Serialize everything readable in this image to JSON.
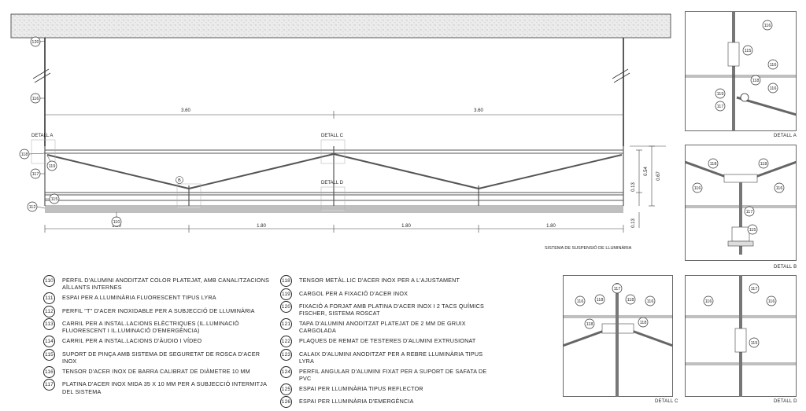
{
  "main_drawing": {
    "title": "SISTEMA DE SUSPENSIÓ DE LLUMINÀRIA",
    "detail_labels": [
      "DETALL A",
      "DETALL C",
      "DETALL D"
    ],
    "marker_b": "B",
    "span_dims": [
      "3.60",
      "3.60"
    ],
    "bottom_dims": [
      "1.80",
      "1.80",
      "1.80",
      "1.80"
    ],
    "vertical_dims": [
      "0.54",
      "0.67",
      "0.13",
      "0.13"
    ],
    "callouts": [
      "120",
      "116",
      "118",
      "119",
      "117",
      "115",
      "112",
      "110"
    ]
  },
  "legend_left": [
    {
      "num": "110",
      "text": "PERFIL D'ALUMINI ANODITZAT COLOR PLATEJAT, AMB CANALITZACIONS AÏLLANTS INTERNES"
    },
    {
      "num": "111",
      "text": "ESPAI PER A LLUMINÀRIA FLUORESCENT TIPUS LYRA"
    },
    {
      "num": "112",
      "text": "PERFIL \"T\" D'ACER INOXIDABLE PER A SUBJECCIÓ DE LLUMINÀRIA"
    },
    {
      "num": "113",
      "text": "CARRIL PER A INSTAL.LACIONS ELÈCTRIQUES  (IL.LUMINACIÓ FLUORESCENT I IL.LUMINACIÓ D'EMERGÈNCIA)"
    },
    {
      "num": "114",
      "text": "CARRIL PER A INSTAL.LACIONS D'ÀUDIO I VÍDEO"
    },
    {
      "num": "115",
      "text": "SUPORT DE PINÇA AMB SISTEMA DE SEGURETAT DE ROSCA D'ACER INOX"
    },
    {
      "num": "116",
      "text": "TENSOR D'ACER INOX DE BARRA CALIBRAT DE DIÀMETRE 10 MM"
    },
    {
      "num": "117",
      "text": "PLATINA D'ACER INOX MIDA 35 X 10 MM PER A SUBJECCIÓ INTERMITJA DEL SISTEMA"
    }
  ],
  "legend_right": [
    {
      "num": "118",
      "text": "TENSOR METÀL.LIC D'ACER INOX  PER A L'AJUSTAMENT"
    },
    {
      "num": "119",
      "text": "CARGOL PER A FIXACIÓ D'ACER INOX"
    },
    {
      "num": "120",
      "text": "FIXACIÓ A FORJAT AMB PLATINA D'ACER INOX I 2 TACS QUÍMICS FISCHER, SISTEMA ROSCAT"
    },
    {
      "num": "121",
      "text": "TAPA D'ALUMINI ANODITZAT PLATEJAT DE 2 MM DE GRUIX CARGOLADA"
    },
    {
      "num": "122",
      "text": "PLAQUES DE REMAT DE TESTERES D'ALUMINI EXTRUSIONAT"
    },
    {
      "num": "123",
      "text": "CALAIX D'ALUMINI ANODITZAT PER A REBRE LLUMINÀRIA TIPUS LYRA"
    },
    {
      "num": "124",
      "text": "PERFIL ANGULAR D'ALUMINI FIXAT PER A SUPORT DE SAFATA DE PVC"
    },
    {
      "num": "125",
      "text": "ESPAI PER LLUMINÀRIA TIPUS REFLECTOR"
    },
    {
      "num": "126",
      "text": "ESPAI PER LLUMINÀRIA D'EMERGÈNCIA"
    }
  ],
  "details": {
    "a": {
      "label": "DETALL A",
      "callouts": [
        "116",
        "115",
        "116",
        "118",
        "119",
        "116",
        "117"
      ]
    },
    "b": {
      "label": "DETALL B",
      "callouts": [
        "118",
        "118",
        "116",
        "116",
        "117",
        "115"
      ]
    },
    "c": {
      "label": "DETALL C",
      "callouts": [
        "117",
        "116",
        "118",
        "118",
        "116",
        "118",
        "118"
      ]
    },
    "d": {
      "label": "DETALL D",
      "callouts": [
        "116",
        "117",
        "116",
        "115"
      ]
    }
  }
}
